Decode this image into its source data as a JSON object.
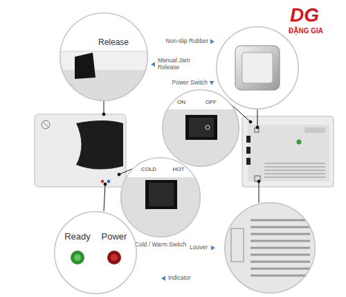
{
  "diagram": {
    "nodes": [
      {
        "text": [
          "Release",
          "Manual Jam Release"
        ]
      },
      {
        "text": [
          "Non-slip Rubber"
        ]
      },
      {
        "text": [
          "Power Switch",
          "ON",
          "OFF"
        ]
      },
      {
        "text": [
          "COLD",
          "HOT",
          "Cold / Warm Switch"
        ]
      },
      {
        "text": [
          "Ready",
          "Power",
          "Indicator"
        ]
      },
      {
        "text": [
          "Louver"
        ]
      }
    ],
    "labels": [
      "DG",
      "ĐẶNG GIA"
    ]
  }
}
